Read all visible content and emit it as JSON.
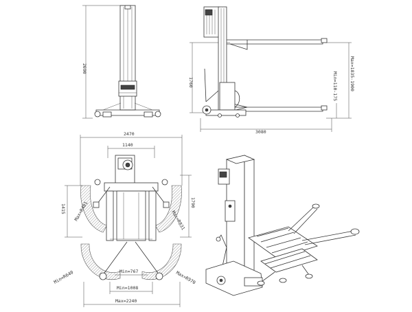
{
  "drawing": {
    "front_view": {
      "height_label": "2690"
    },
    "side_view": {
      "height_label": "1760",
      "length_label": "3080",
      "range_min_label": "Min=110-175",
      "range_max_label": "Max=1835-1900"
    },
    "plan_view": {
      "overall_width_label": "2470",
      "inner_width_label": "1140",
      "left_height_label": "1415",
      "right_height_label": "1790",
      "arm_left_upper_label": "Max=R481",
      "arm_right_upper_label": "Max=R831",
      "arm_left_lower_label": "Min=R640",
      "arm_right_lower_label": "Max=R970",
      "min_767_label": "Min=767",
      "min_1008_label": "Min=1008",
      "max_2240_label": "Max=2240"
    }
  }
}
